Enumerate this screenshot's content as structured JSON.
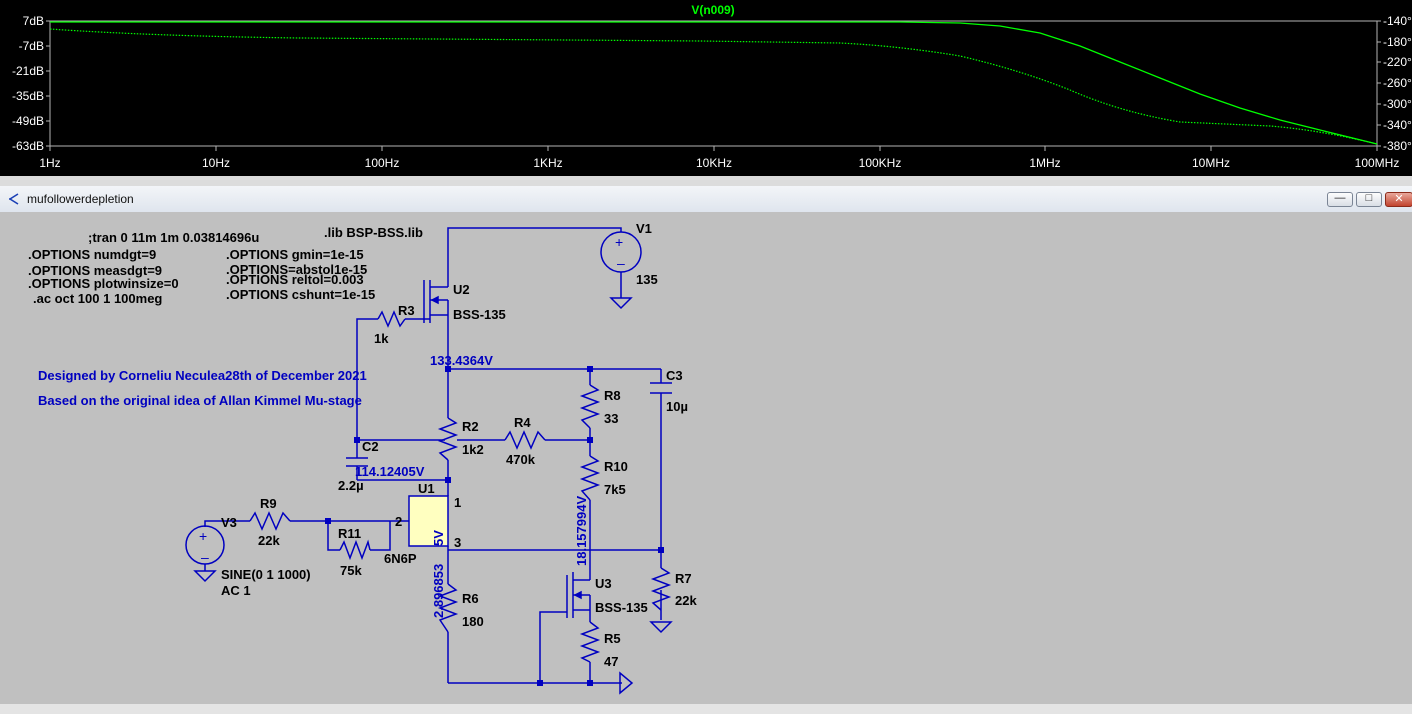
{
  "plot": {
    "trace_label": "V(n009)",
    "trace_color": "#00ff00",
    "left_axis": [
      "7dB",
      "-7dB",
      "-21dB",
      "-35dB",
      "-49dB",
      "-63dB"
    ],
    "right_axis": [
      "-140°",
      "-180°",
      "-220°",
      "-260°",
      "-300°",
      "-340°",
      "-380°"
    ],
    "x_axis": [
      "1Hz",
      "10Hz",
      "100Hz",
      "1KHz",
      "10KHz",
      "100KHz",
      "1MHz",
      "10MHz",
      "100MHz"
    ]
  },
  "window": {
    "title": "mufollowerdepletion",
    "buttons": [
      "minimize",
      "restore",
      "close"
    ]
  },
  "directives": {
    "tran": ";tran 0 11m 1m 0.03814696u",
    "lib": ".lib BSP-BSS.lib",
    "opt1": ".OPTIONS numdgt=9",
    "opt2": ".OPTIONS measdgt=9",
    "opt3": ".OPTIONS plotwinsize=0",
    "ac": ".ac oct 100 1 100meg",
    "opt4": ".OPTIONS gmin=1e-15",
    "opt5": ".OPTIONS=abstol1e-15",
    "opt6": ".OPTIONS reltol=0.003",
    "opt7": ".OPTIONS cshunt=1e-15"
  },
  "notes": {
    "line1": "Designed by Corneliu Neculea28th of December 2021",
    "line2": "Based on the original idea of Allan Kimmel Mu-stage"
  },
  "components": {
    "v1": {
      "name": "V1",
      "value": "135"
    },
    "u2": {
      "name": "U2",
      "value": "BSS-135"
    },
    "r3": {
      "name": "R3",
      "value": "1k"
    },
    "c3": {
      "name": "C3",
      "value": "10µ"
    },
    "r8": {
      "name": "R8",
      "value": "33"
    },
    "r2": {
      "name": "R2",
      "value": "1k2"
    },
    "r4": {
      "name": "R4",
      "value": "470k"
    },
    "c2": {
      "name": "C2",
      "value": "2.2µ"
    },
    "u1": {
      "name": "U1",
      "value": "6N6P",
      "pins": [
        "1",
        "2",
        "3"
      ]
    },
    "r10": {
      "name": "R10",
      "value": "7k5"
    },
    "r9": {
      "name": "R9",
      "value": "22k"
    },
    "v3": {
      "name": "V3",
      "value": "SINE(0 1 1000)",
      "ac": "AC 1"
    },
    "r11": {
      "name": "R11",
      "value": "75k"
    },
    "u3": {
      "name": "U3",
      "value": "BSS-135"
    },
    "r7": {
      "name": "R7",
      "value": "22k"
    },
    "r6": {
      "name": "R6",
      "value": "180"
    },
    "r5": {
      "name": "R5",
      "value": "47"
    }
  },
  "node_voltages": {
    "n1": "133.4364V",
    "n2": "114.12405V",
    "n3": "18.157994V",
    "n4": "2.896853",
    "n4_suffix": "5V"
  }
}
